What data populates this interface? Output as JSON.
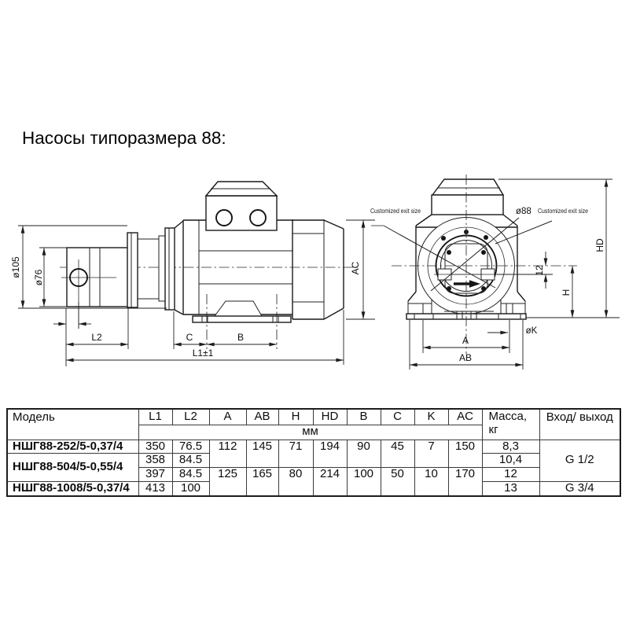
{
  "title": "Насосы типоразмера 88:",
  "drawing": {
    "labels": {
      "d105": "ø105",
      "d76": "ø76",
      "l2": "L2",
      "c": "C",
      "b": "B",
      "l1": "L1±1",
      "ac": "AC",
      "exit_left": "Customized exit size",
      "exit_right": "Customized exit size",
      "d88": "ø88",
      "hd": "HD",
      "dim12": "12",
      "h": "H",
      "a": "A",
      "ab": "AB",
      "dk": "øK"
    }
  },
  "table": {
    "col_headers": {
      "model": "Модель",
      "l1": "L1",
      "l2": "L2",
      "a": "A",
      "ab": "AB",
      "h": "H",
      "hd": "HD",
      "b": "B",
      "c": "C",
      "k": "K",
      "ac": "AC",
      "mass_1": "Масса,",
      "mass_2": "кг",
      "io": "Вход/ выход",
      "unit": "мм"
    },
    "rows": [
      {
        "model": "НШГ88-252/5-0,37/4",
        "l1": "350",
        "l2": "76.5",
        "a": "112",
        "ab": "145",
        "h": "71",
        "hd": "194",
        "b": "90",
        "c": "45",
        "k": "7",
        "ac": "150",
        "mass": "8,3"
      },
      {
        "model": "НШГ88-504/5-0,55/4",
        "l1": "358",
        "l2": "84.5",
        "mass": "10,4"
      },
      {
        "l1": "397",
        "l2": "84.5",
        "a": "125",
        "ab": "165",
        "h": "80",
        "hd": "214",
        "b": "100",
        "c": "50",
        "k": "10",
        "ac": "170",
        "mass": "12"
      },
      {
        "model": "НШГ88-1008/5-0,37/4",
        "l1": "413",
        "l2": "100",
        "mass": "13"
      }
    ],
    "io": [
      "G 1/2",
      "G 3/4"
    ]
  }
}
